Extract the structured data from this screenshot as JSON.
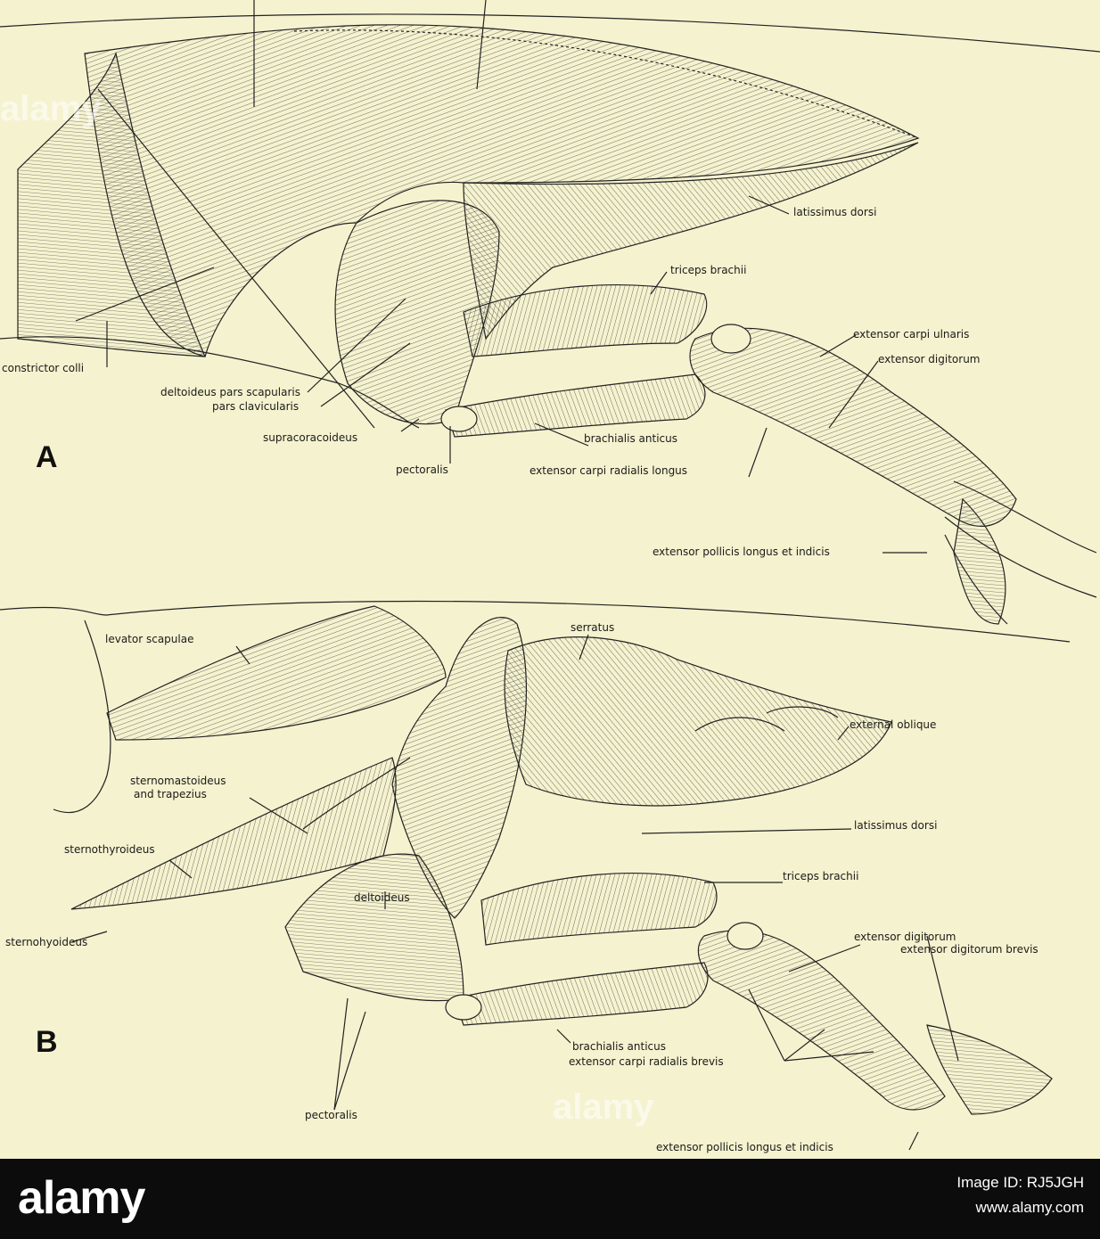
{
  "figure": {
    "panel_a": {
      "letter": "A",
      "labels": {
        "latissimus_dorsi": "latissimus dorsi",
        "triceps_brachii": "triceps brachii",
        "extensor_carpi_ulnaris": "extensor carpi ulnaris",
        "extensor_digitorum": "extensor digitorum",
        "constrictor_colli": "constrictor colli",
        "deltoideus_pars_scapularis": "deltoideus pars scapularis",
        "pars_clavicularis": "pars clavicularis",
        "supracoracoideus": "supracoracoideus",
        "brachialis_anticus": "brachialis anticus",
        "pectoralis": "pectoralis",
        "extensor_carpi_radialis_longus": "extensor carpi radialis longus",
        "extensor_pollicis_longus_et_indicis": "extensor pollicis longus et indicis"
      }
    },
    "panel_b": {
      "letter": "B",
      "labels": {
        "levator_scapulae": "levator scapulae",
        "serratus": "serratus",
        "external_oblique": "external oblique",
        "sternomastoideus": "sternomastoideus",
        "and_trapezius": "and trapezius",
        "latissimus_dorsi": "latissimus dorsi",
        "sternothyroideus": "sternothyroideus",
        "triceps_brachii": "triceps brachii",
        "deltoideus": "deltoideus",
        "extensor_digitorum": "extensor digitorum",
        "extensor_digitorum_brevis": "extensor digitorum brevis",
        "sternohyoideus": "sternohyoideus",
        "brachialis_anticus": "brachialis anticus",
        "extensor_carpi_radialis_brevis": "extensor carpi radialis brevis",
        "pectoralis": "pectoralis",
        "extensor_pollicis_longus_et_indicis": "extensor pollicis longus et indicis"
      }
    }
  },
  "watermark": {
    "text": "alamy"
  },
  "footer": {
    "logo": "alamy",
    "image_id": "Image ID: RJ5JGH",
    "site": "www.alamy.com"
  },
  "colors": {
    "paper": "#f5f2cf",
    "ink": "#1a1a1a",
    "footer": "#0c0c0c"
  }
}
